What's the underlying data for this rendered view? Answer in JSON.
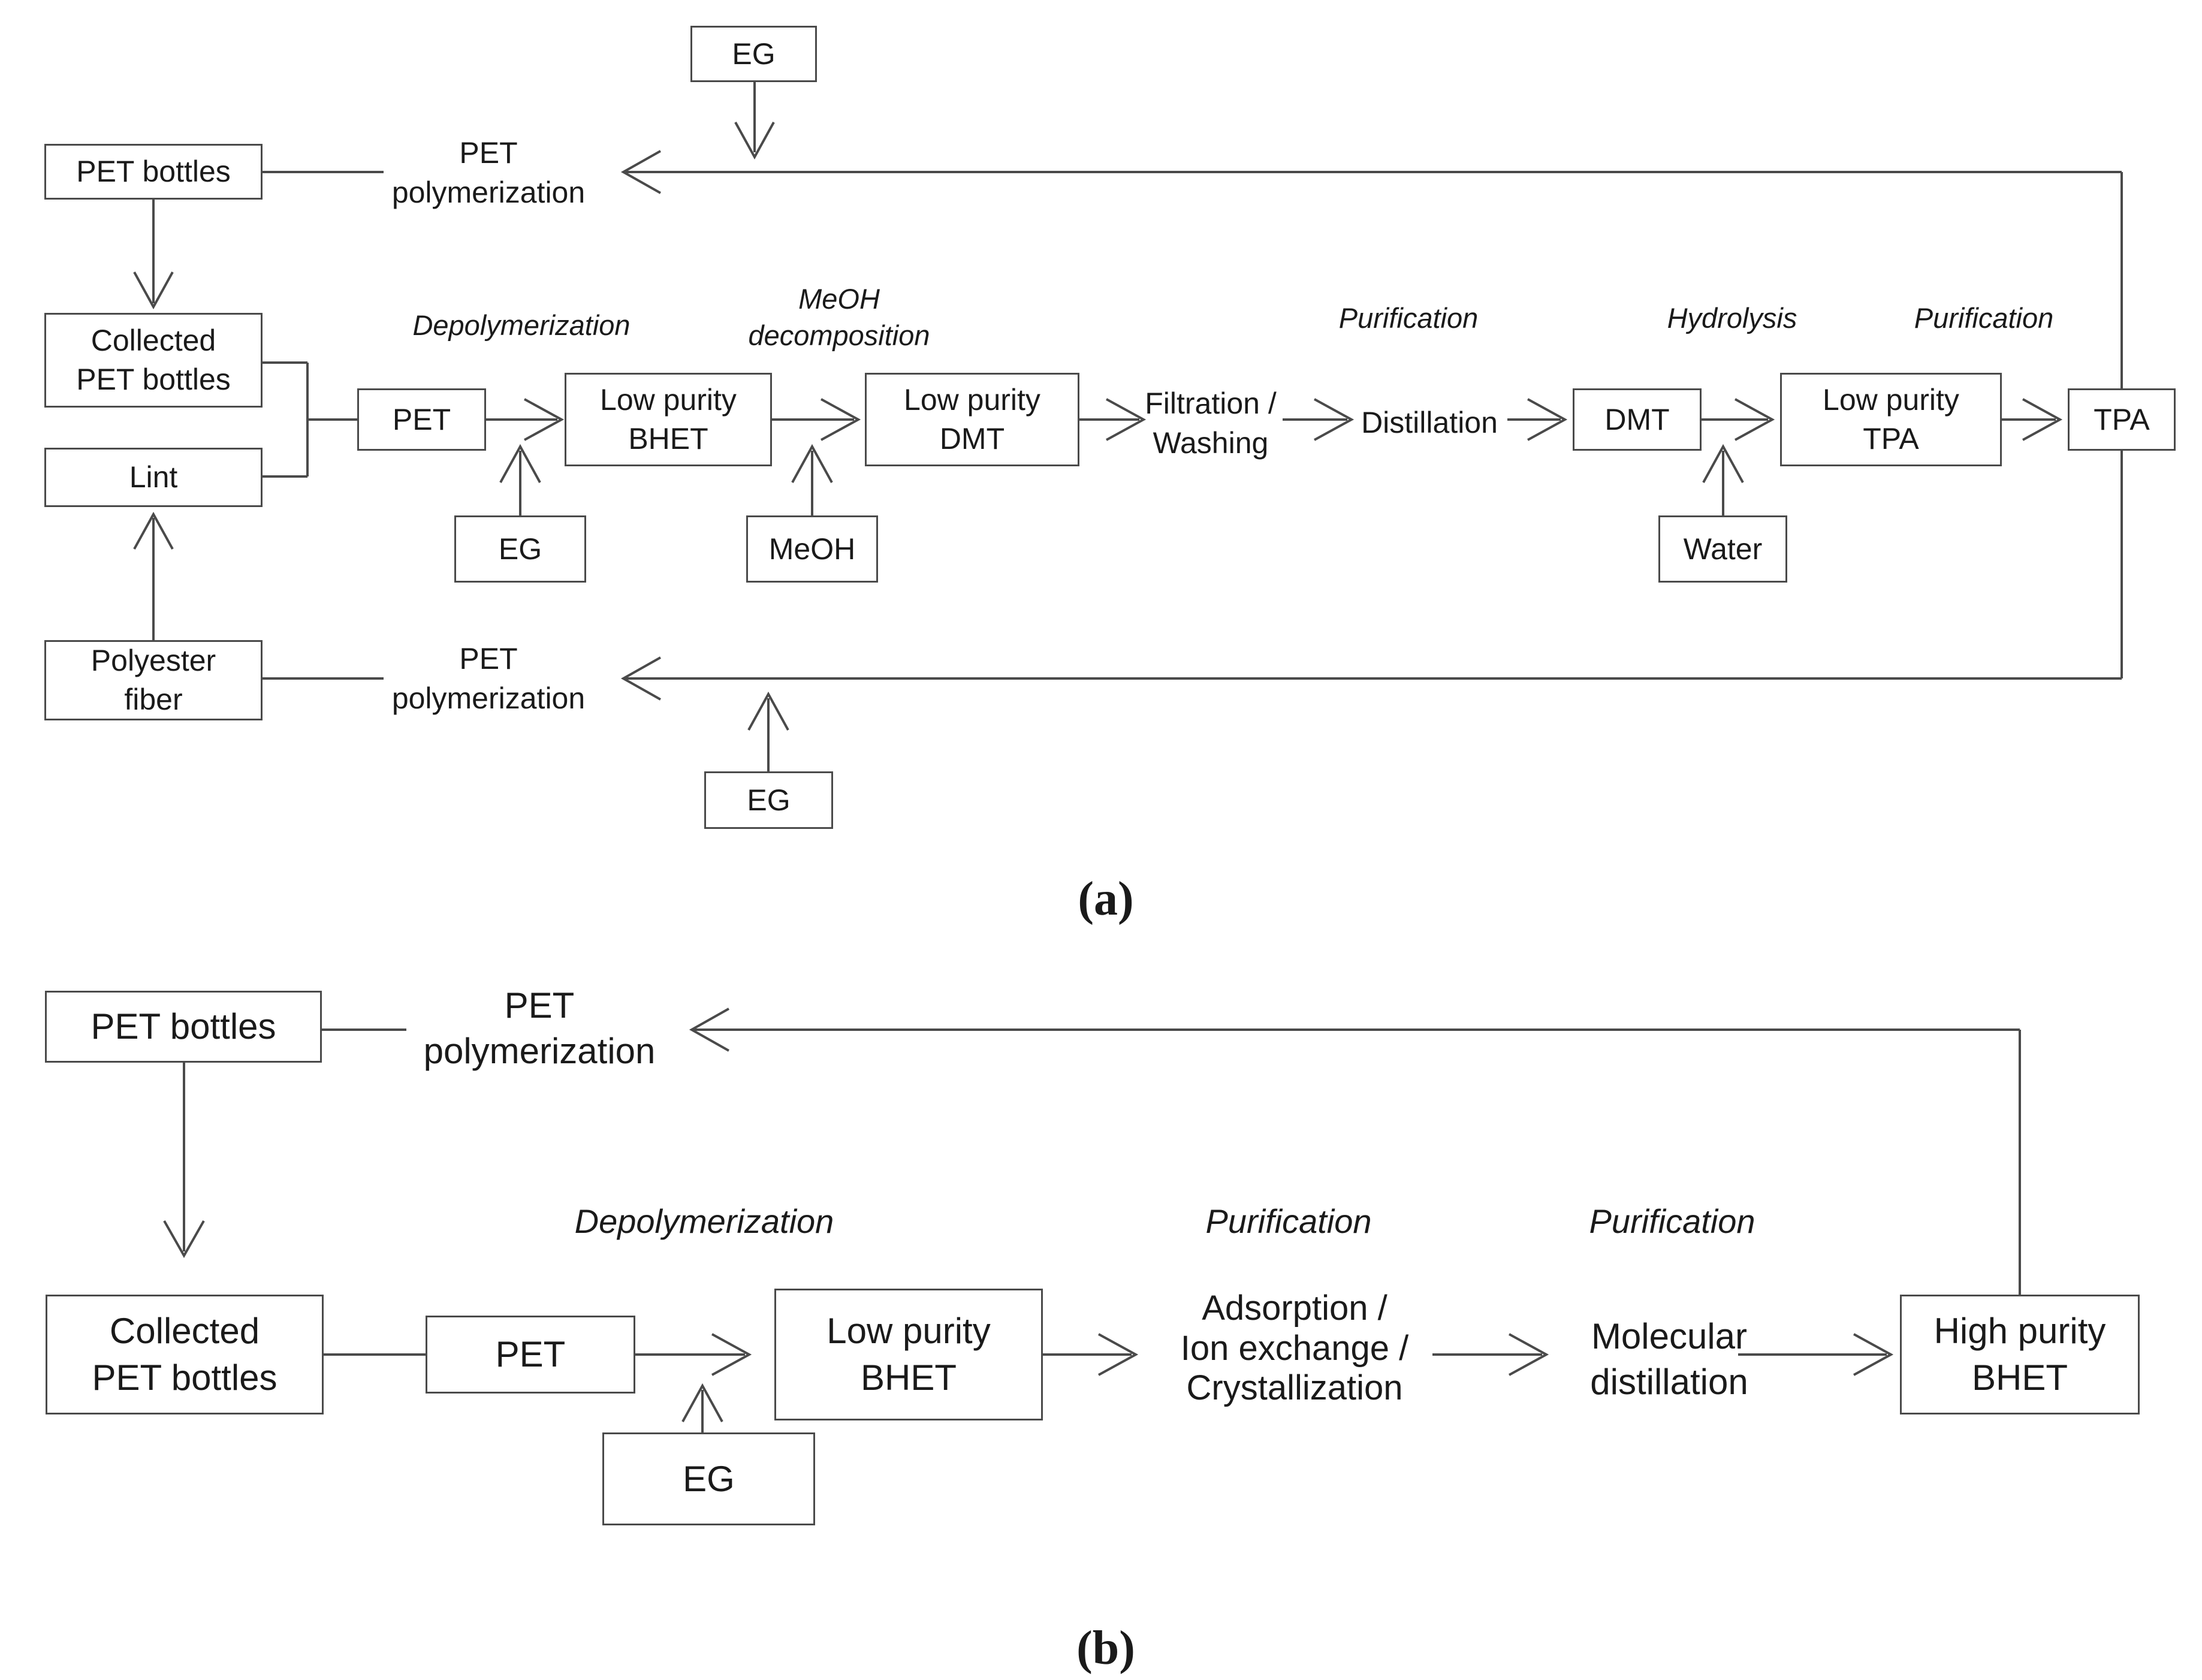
{
  "colors": {
    "background": "#ffffff",
    "line": "#4a4a4a",
    "text": "#1a1a1a"
  },
  "diagram_a": {
    "caption": "(a)",
    "boxes": {
      "eg_top": "EG",
      "pet_bottles": "PET bottles",
      "collected_pet_bottles": "Collected\nPET bottles",
      "lint": "Lint",
      "polyester_fiber": "Polyester\nfiber",
      "pet": "PET",
      "low_purity_bhet": "Low purity\nBHET",
      "low_purity_dmt": "Low purity\nDMT",
      "dmt": "DMT",
      "low_purity_tpa": "Low purity\nTPA",
      "tpa": "TPA",
      "eg_reagent": "EG",
      "meoh_reagent": "MeOH",
      "water_reagent": "Water",
      "eg_bottom": "EG"
    },
    "texts": {
      "pet_polymerization_top": "PET\npolymerization",
      "filtration_washing": "Filtration /\nWashing",
      "distillation": "Distillation",
      "pet_polymerization_bottom": "PET\npolymerization"
    },
    "labels": {
      "depolymerization": "Depolymerization",
      "meoh_decomposition": "MeOH\ndecomposition",
      "purification_1": "Purification",
      "hydrolysis": "Hydrolysis",
      "purification_2": "Purification"
    }
  },
  "diagram_b": {
    "caption": "(b)",
    "boxes": {
      "pet_bottles": "PET bottles",
      "collected_pet_bottles": "Collected\nPET bottles",
      "pet": "PET",
      "low_purity_bhet": "Low purity\nBHET",
      "high_purity_bhet": "High purity\nBHET",
      "eg_reagent": "EG"
    },
    "texts": {
      "pet_polymerization": "PET\npolymerization",
      "adsorption_ion_exchange_crystallization": "Adsorption /\nIon exchange /\nCrystallization",
      "molecular_distillation": "Molecular\ndistillation"
    },
    "labels": {
      "depolymerization": "Depolymerization",
      "purification_1": "Purification",
      "purification_2": "Purification"
    }
  }
}
